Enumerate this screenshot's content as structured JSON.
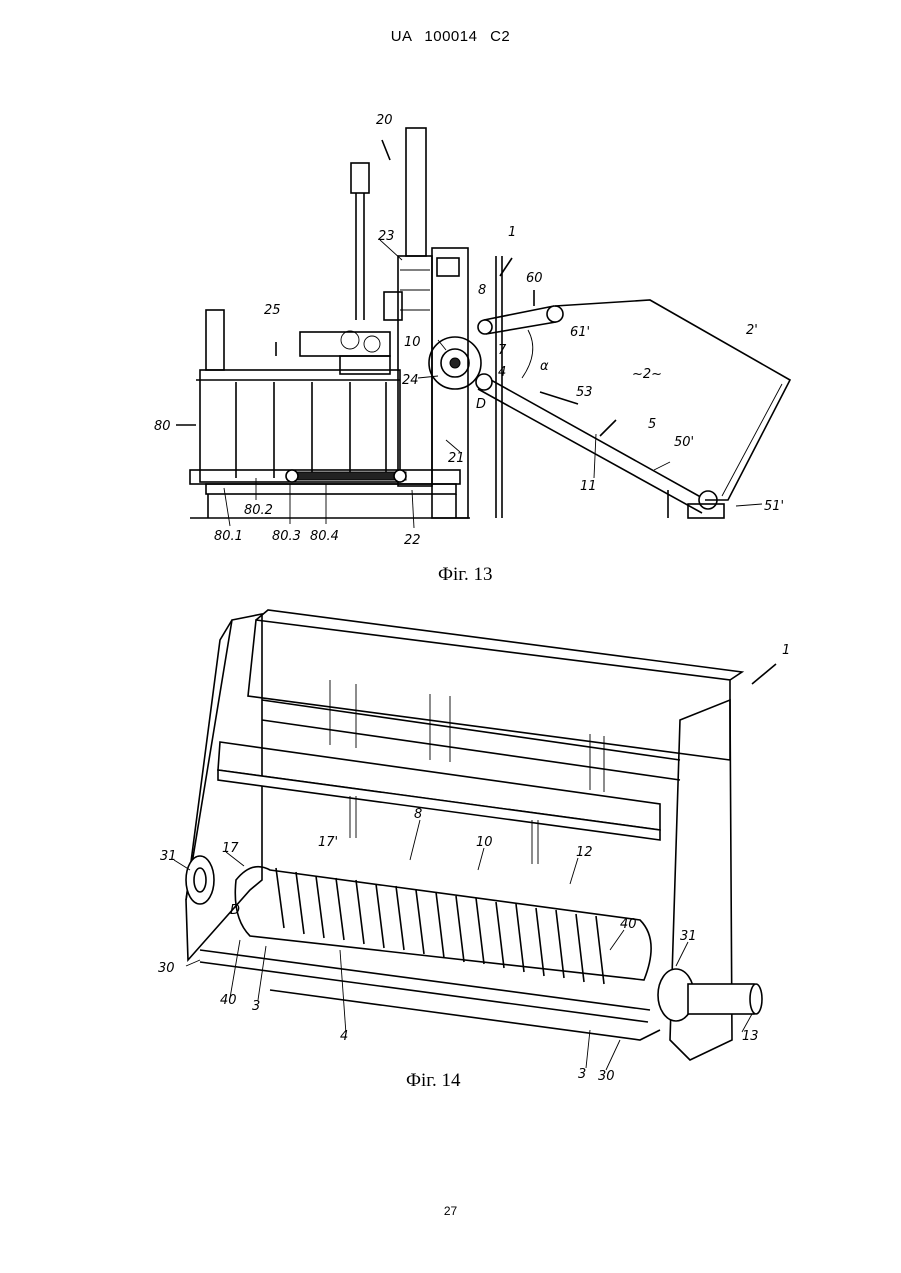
{
  "header": "UA   100014   C2",
  "fig13": {
    "caption": "Фіг. 13",
    "labels": [
      "20",
      "1",
      "23",
      "8",
      "60",
      "61'",
      "2'",
      "25",
      "10",
      "7",
      "24",
      "4",
      "~2~",
      "α",
      "D",
      "53",
      "5",
      "80",
      "21",
      "50'",
      "11",
      "51'",
      "80.1",
      "80.2",
      "80.3",
      "80.4",
      "22"
    ]
  },
  "fig14": {
    "caption": "Фіг. 14",
    "labels": [
      "1",
      "8",
      "17'",
      "10",
      "12",
      "31",
      "17",
      "D",
      "40",
      "31",
      "30",
      "40",
      "3",
      "4",
      "13",
      "3",
      "30"
    ]
  },
  "page_number": "27"
}
